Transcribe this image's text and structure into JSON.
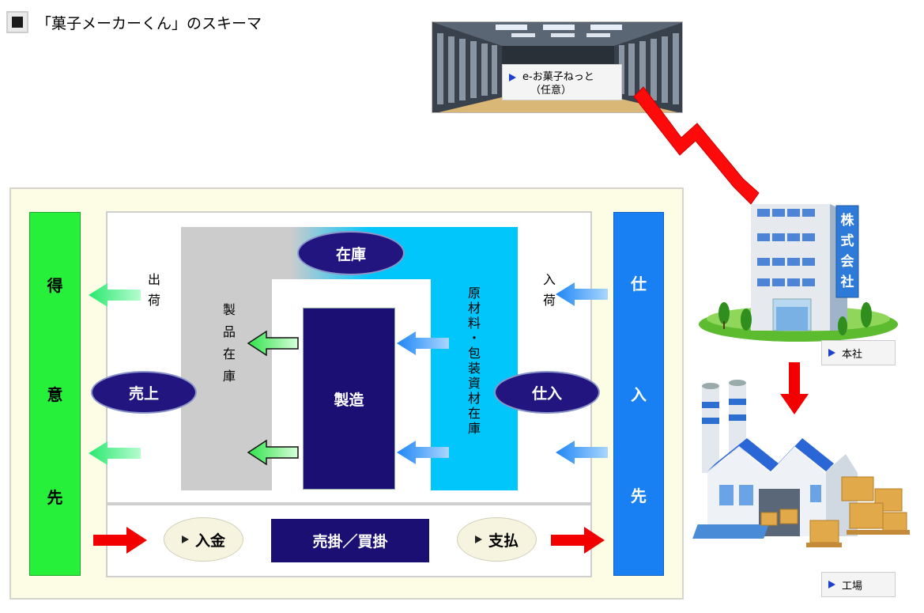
{
  "title": "「菓子メーカーくん」のスキーマ",
  "server": {
    "label_line1": "e-お菓子ねっと",
    "label_line2": "（任意）"
  },
  "hq": {
    "sign_chars": [
      "株",
      "式",
      "会",
      "社"
    ],
    "label": "本社"
  },
  "factory": {
    "label": "工場"
  },
  "customer": {
    "chars": [
      "得",
      "意",
      "先"
    ]
  },
  "supplier": {
    "chars": [
      "仕",
      "入",
      "先"
    ]
  },
  "stock": {
    "label": "在庫",
    "product": "製品在庫",
    "materials": "原材料・包装資材在庫"
  },
  "process": {
    "manufacturing": "製造",
    "sales": "売上",
    "purchase": "仕入"
  },
  "flows": {
    "shipment": "出荷",
    "receiving": "入荷",
    "payment_in": "入金",
    "payment_out": "支払",
    "ar_ap": "売掛／買掛"
  },
  "colors": {
    "customer_green": "#27f03a",
    "supplier_blue": "#1980f4",
    "materials_cyan": "#00c6fb",
    "product_grey": "#cccccc",
    "navy": "#1b0f73",
    "red_arrow": "#ff0000"
  }
}
